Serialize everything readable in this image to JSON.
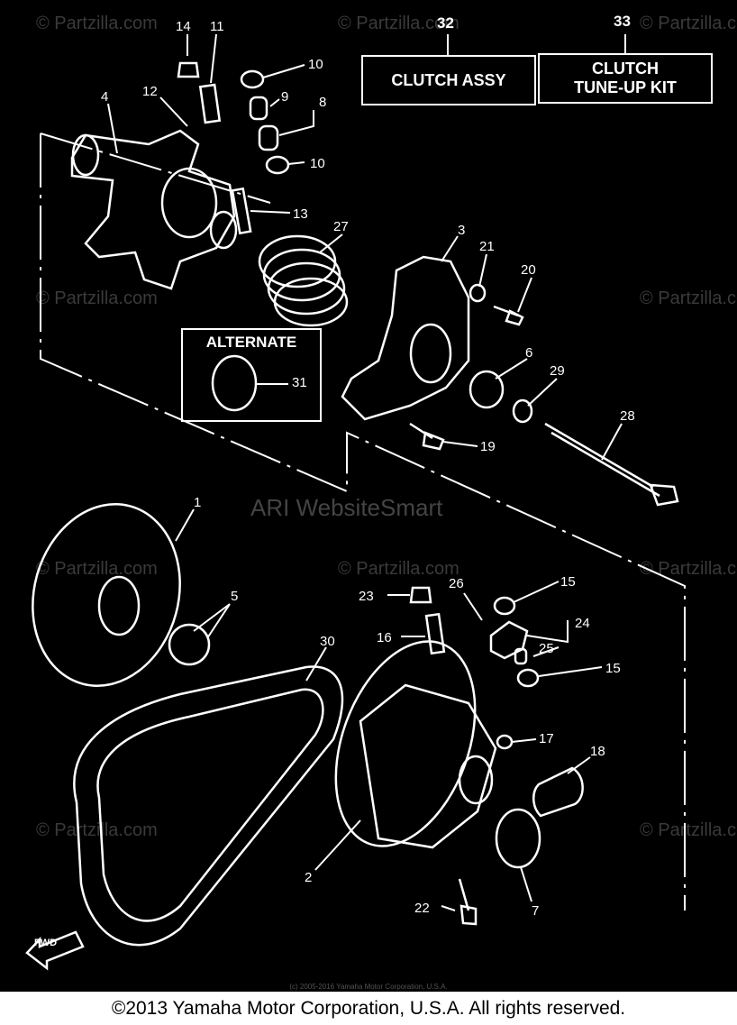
{
  "watermarks": {
    "center": "ARI WebsiteSmart",
    "brand": "© Partzilla.com"
  },
  "boxes": {
    "clutch_assy": {
      "number": "32",
      "label": "CLUTCH ASSY"
    },
    "tune_up_kit": {
      "number": "33",
      "line1": "CLUTCH",
      "line2": "TUNE-UP KIT"
    },
    "alternate": {
      "label": "ALTERNATE",
      "part": "31"
    }
  },
  "callouts": [
    "1",
    "2",
    "3",
    "4",
    "5",
    "6",
    "7",
    "8",
    "9",
    "10",
    "10",
    "11",
    "12",
    "13",
    "14",
    "15",
    "15",
    "16",
    "17",
    "18",
    "19",
    "20",
    "21",
    "22",
    "23",
    "24",
    "25",
    "26",
    "27",
    "28",
    "29",
    "30"
  ],
  "fwd_label": "FWD",
  "small_copyright": "(c) 2005-2016 Yamaha Motor Corporation, U.S.A.",
  "copyright": "©2013 Yamaha Motor Corporation, U.S.A. All rights reserved."
}
